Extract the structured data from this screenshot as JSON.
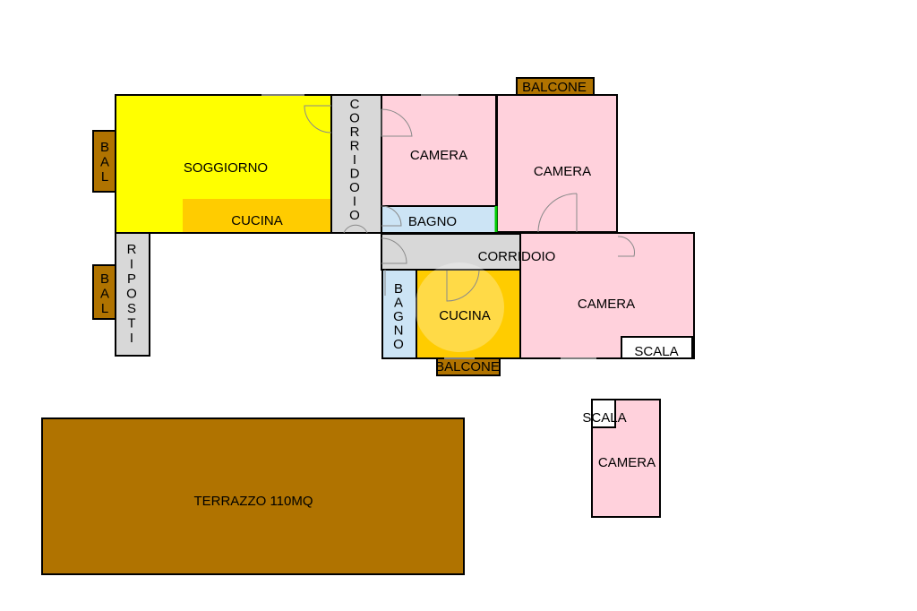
{
  "colors": {
    "living": "#ffff00",
    "kitchen": "#ffcc00",
    "bedroom": "#ffd1dc",
    "bath": "#cce4f5",
    "corridor": "#d8d8d8",
    "balcony": "#b07300",
    "terrace": "#b07300",
    "stair": "#ffffff"
  },
  "rooms": {
    "soggiorno": "SOGGIORNO",
    "cucina_main": "CUCINA",
    "corridoio_vertical": "CORRIDOIO",
    "camera_1": "CAMERA",
    "camera_2": "CAMERA",
    "bagno_1": "BAGNO",
    "corridoio_horizontal": "CORRIDOIO",
    "bagno_2": "BAGNO",
    "cucina_2": "CUCINA",
    "camera_3": "CAMERA",
    "scala_1": "SCALA",
    "ripostiglio": "RIPOSTI",
    "balcone_top": "BALCONE",
    "balcone_bottom": "BALCONE",
    "bal_left_1": "BAL",
    "bal_left_2": "BAL",
    "terrazzo": "TERRAZZO 110MQ",
    "scala_2": "SCALA",
    "camera_4": "CAMERA"
  }
}
